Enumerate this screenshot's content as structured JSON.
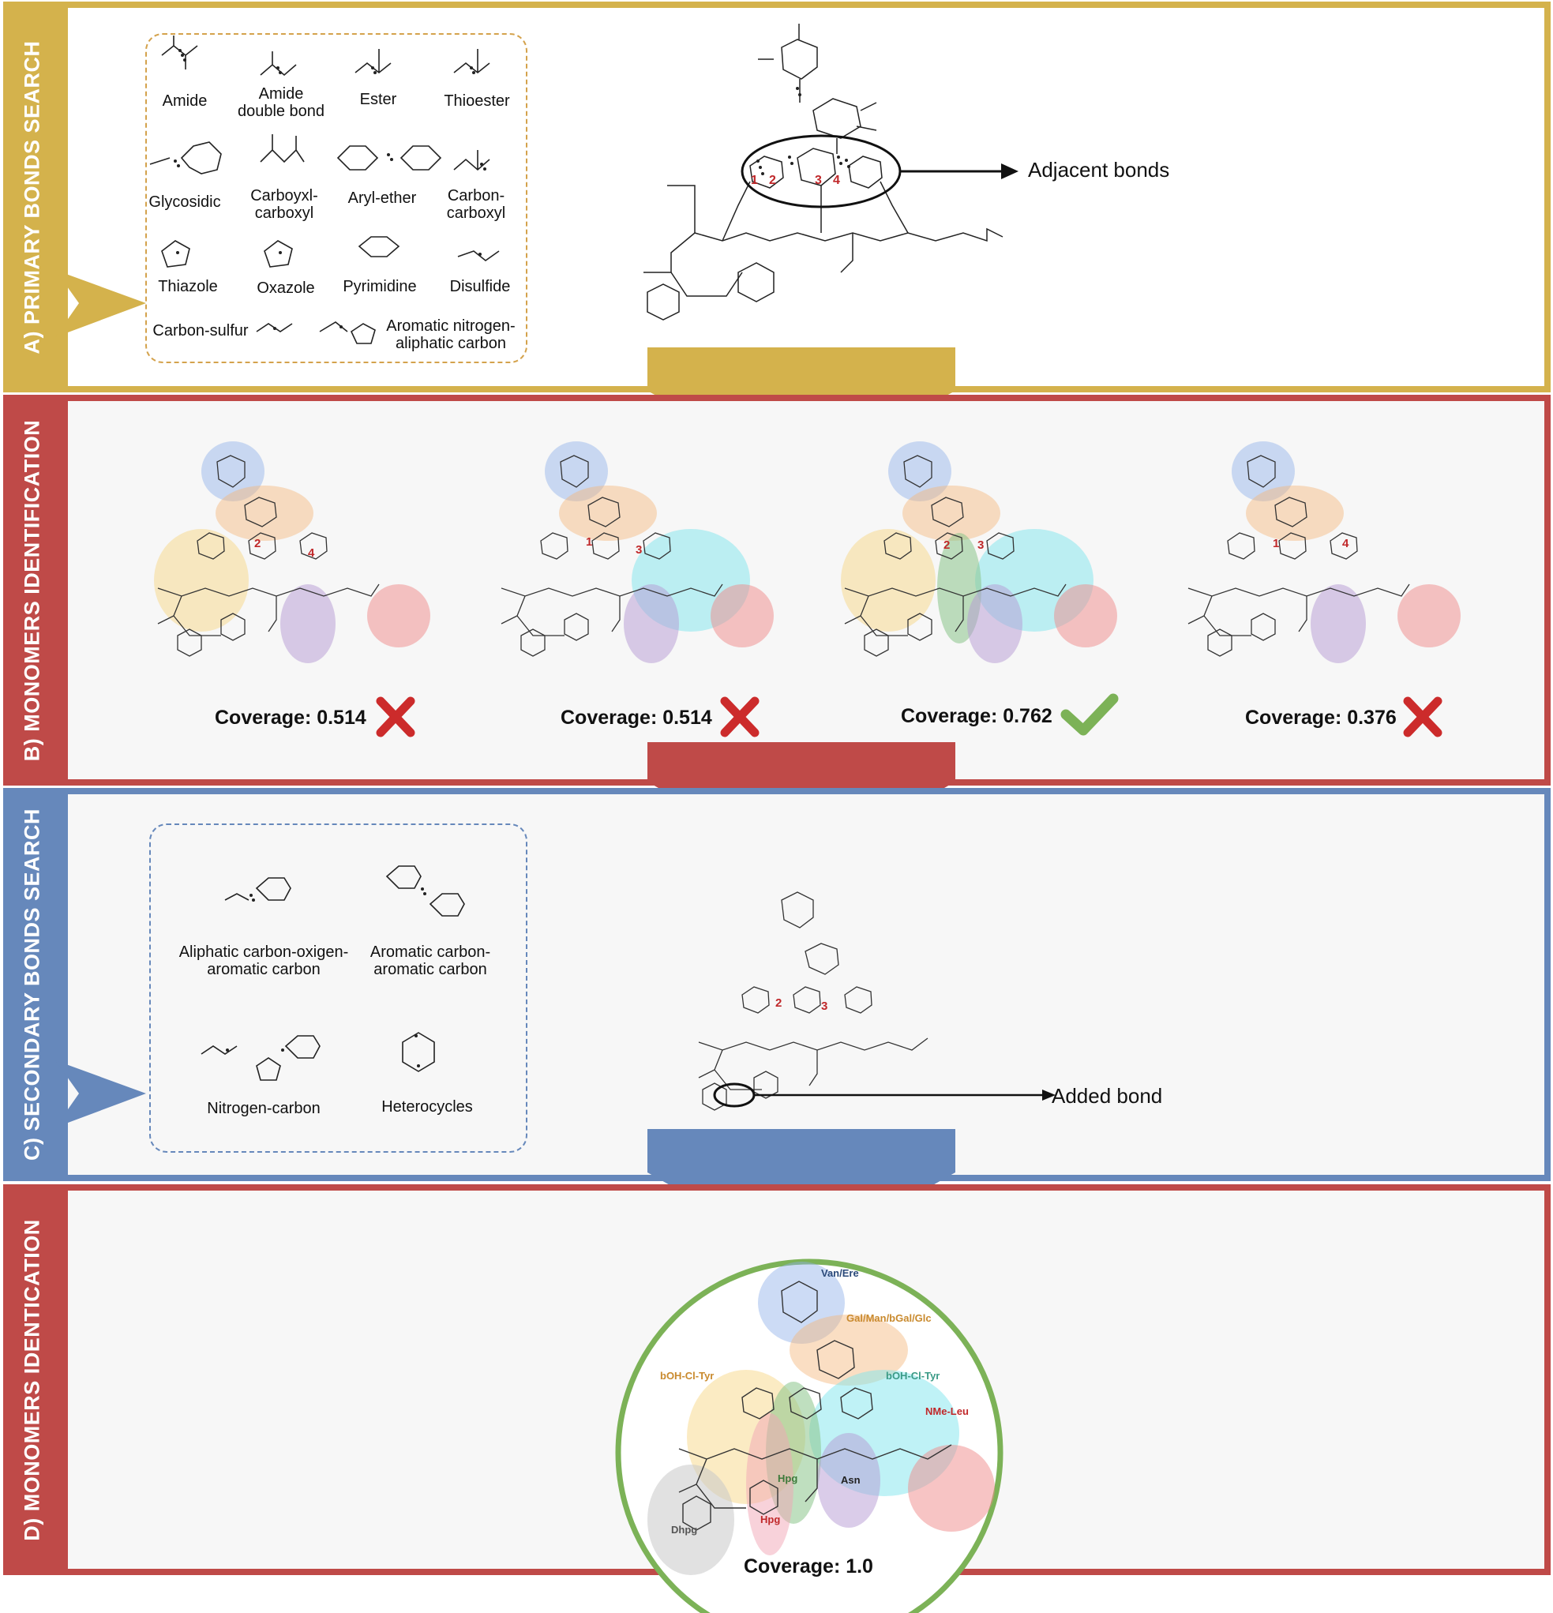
{
  "panels": {
    "a": {
      "title": "A) PRIMARY BONDS SEARCH",
      "bond_types": [
        "Amide",
        "Amide\ndouble bond",
        "Ester",
        "Thioester",
        "Glycosidic",
        "Carboyxl-\ncarboxyl",
        "Aryl-ether",
        "Carbon-\ncarboxyl",
        "Thiazole",
        "Oxazole",
        "Pyrimidine",
        "Disulfide",
        "Carbon-sulfur",
        "Aromatic nitrogen-\naliphatic carbon"
      ],
      "callout": "Adjacent bonds",
      "bond_numbers": [
        "1",
        "2",
        "3",
        "4"
      ]
    },
    "b": {
      "title": "B) MONOMERS IDENTIFICATION",
      "candidates": [
        {
          "coverage": "Coverage: 0.514",
          "accepted": false,
          "numbers": [
            "2",
            "4"
          ]
        },
        {
          "coverage": "Coverage: 0.514",
          "accepted": false,
          "numbers": [
            "1",
            "3"
          ]
        },
        {
          "coverage": "Coverage: 0.762",
          "accepted": true,
          "numbers": [
            "2",
            "3"
          ]
        },
        {
          "coverage": "Coverage: 0.376",
          "accepted": false,
          "numbers": [
            "1",
            "4"
          ]
        }
      ]
    },
    "c": {
      "title": "C) SECONDARY BONDS SEARCH",
      "bond_types": [
        "Aliphatic carbon-oxigen-\naromatic carbon",
        "Aromatic carbon-\naromatic carbon",
        "Nitrogen-carbon",
        "Heterocycles"
      ],
      "callout": "Added bond",
      "bond_numbers": [
        "2",
        "3"
      ]
    },
    "d": {
      "title": "D) MONOMERS IDENTICATION",
      "coverage": "Coverage: 1.0",
      "monomers": [
        {
          "name": "Van/Ere",
          "color": "#2b4a7a"
        },
        {
          "name": "Gal/Man/bGal/Glc",
          "color": "#c98a2e"
        },
        {
          "name": "bOH-Cl-Tyr",
          "color": "#c98a2e"
        },
        {
          "name": "bOH-Cl-Tyr",
          "color": "#3a9a86"
        },
        {
          "name": "NMe-Leu",
          "color": "#c0282a"
        },
        {
          "name": "Hpg",
          "color": "#3d7a3a"
        },
        {
          "name": "Asn",
          "color": "#222222"
        },
        {
          "name": "Dhpg",
          "color": "#555555"
        },
        {
          "name": "Hpg",
          "color": "#c0282a"
        }
      ]
    }
  },
  "colors": {
    "panel_a": "#d4b24c",
    "panel_b": "#bf4a48",
    "panel_c": "#6688bb",
    "panel_d": "#bf4a48",
    "accept": "#7cb257",
    "reject": "#cc2b2b",
    "final_circle": "#7cb257"
  }
}
